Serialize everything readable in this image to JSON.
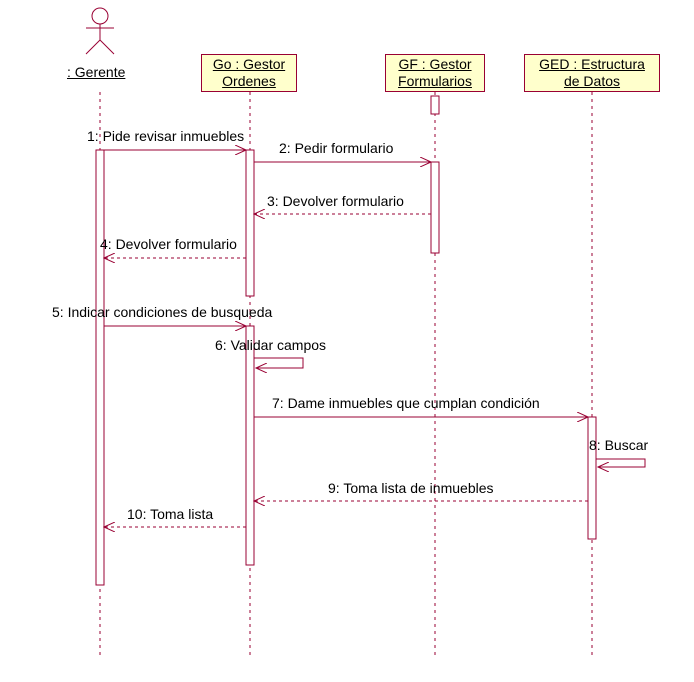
{
  "actor": {
    "name": ": Gerente"
  },
  "objects": [
    {
      "id": "go",
      "line1": "Go : Gestor",
      "line2": "Ordenes"
    },
    {
      "id": "gf",
      "line1": "GF : Gestor",
      "line2": "Formularios"
    },
    {
      "id": "ged",
      "line1": "GED : Estructura",
      "line2": "de Datos"
    }
  ],
  "messages": [
    {
      "num": "1",
      "text": "1: Pide revisar inmuebles"
    },
    {
      "num": "2",
      "text": "2: Pedir formulario"
    },
    {
      "num": "3",
      "text": "3: Devolver formulario"
    },
    {
      "num": "4",
      "text": "4: Devolver formulario"
    },
    {
      "num": "5",
      "text": "5: Indicar condiciones de busqueda"
    },
    {
      "num": "6",
      "text": "6: Validar campos"
    },
    {
      "num": "7",
      "text": "7: Dame inmuebles que cumplan condición"
    },
    {
      "num": "8",
      "text": "8: Buscar"
    },
    {
      "num": "9",
      "text": "9: Toma lista de inmuebles"
    },
    {
      "num": "10",
      "text": "10: Toma lista"
    }
  ],
  "colors": {
    "line": "#990033",
    "box_fill": "#ffffcc"
  }
}
